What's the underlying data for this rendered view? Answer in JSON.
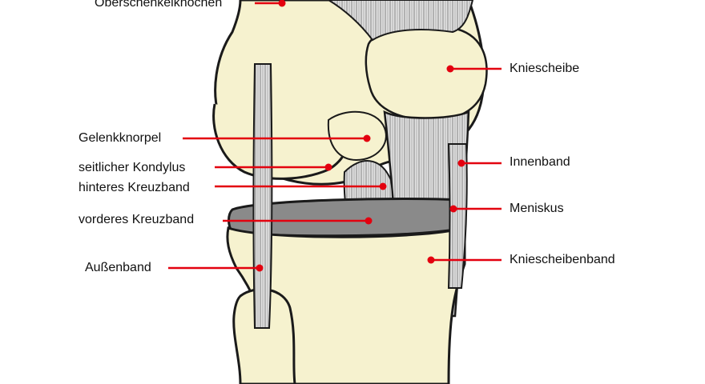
{
  "labels": {
    "femur": "Oberschenkelknochen",
    "cartilage": "Gelenkknorpel",
    "condyle": "seitlicher Kondylus",
    "pcl": "hinteres Kreuzband",
    "acl": "vorderes Kreuzband",
    "lcl": "Außenband",
    "patella": "Kniescheibe",
    "mcl": "Innenband",
    "meniscus": "Meniskus",
    "patellar_ligament": "Kniescheibenband"
  },
  "colors": {
    "bone": "#f6f2cf",
    "ligament": "#dcdcdc",
    "meniscus": "#8a8a8a",
    "cartilage": "#d6d6d0",
    "outline": "#1a1a1a",
    "pointer": "#e3000f"
  }
}
